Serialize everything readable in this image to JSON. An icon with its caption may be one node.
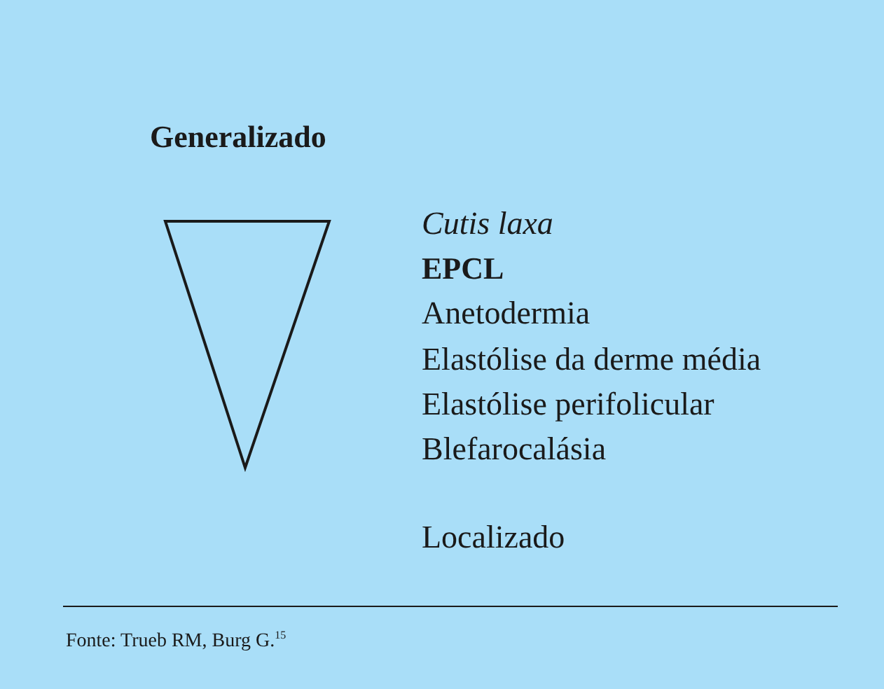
{
  "diagram": {
    "caption": "Fonte: Trueb RM, Burg G.$^{15}$",
    "labels": [
      "Generalizado",
      "Cutis laxa",
      "EPCL",
      "Anetodermia",
      "Elastólise da derme média",
      "Elastólise perifolicular",
      "Blefarocalásia",
      "Localizado"
    ]
  }
}
